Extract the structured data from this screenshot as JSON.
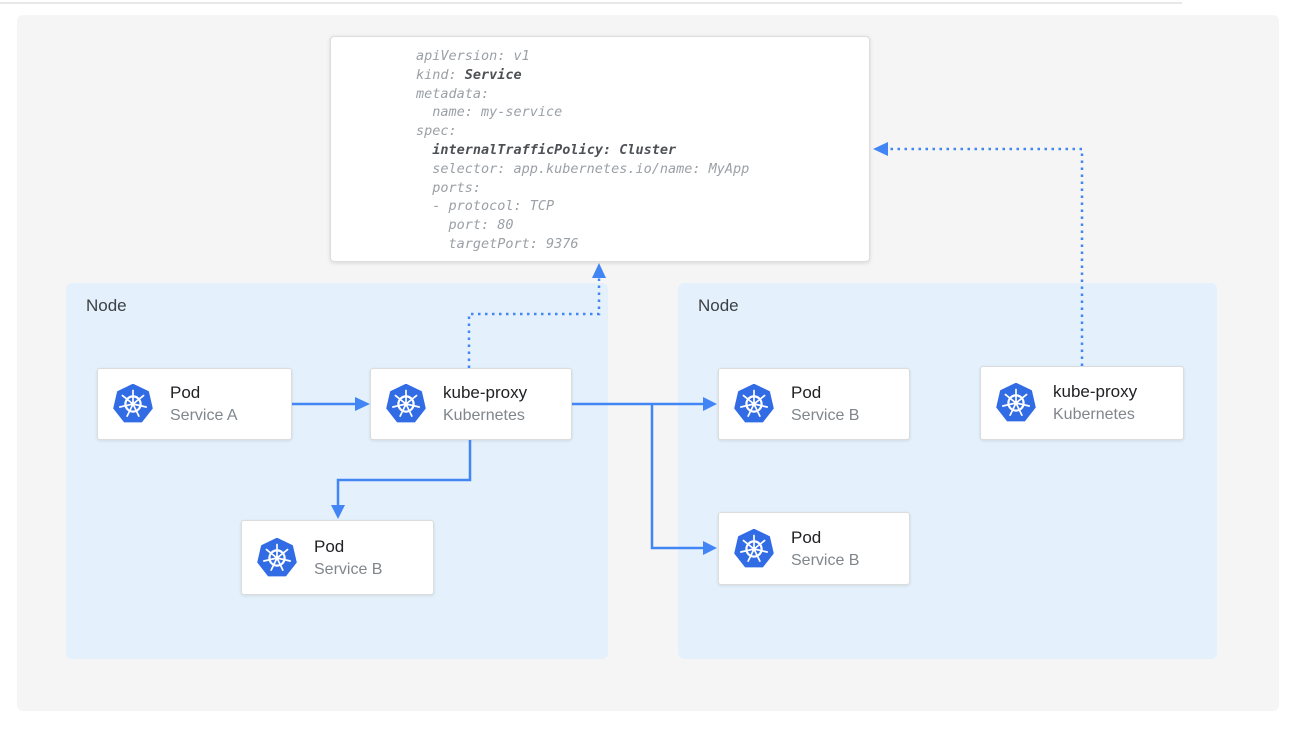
{
  "colors": {
    "panel_bg": "#f5f5f5",
    "node_bg": "#e4f1fc",
    "arrow_blue": "#4285f4",
    "kubernetes_blue": "#326ce5",
    "card_bg": "#ffffff"
  },
  "yaml_card": {
    "lines": [
      {
        "pre": "apiVersion: v1",
        "bold": ""
      },
      {
        "pre": "kind: ",
        "bold": "Service"
      },
      {
        "pre": "metadata:",
        "bold": ""
      },
      {
        "pre": "  name: my-service",
        "bold": ""
      },
      {
        "pre": "spec:",
        "bold": ""
      },
      {
        "pre": "  ",
        "bold": "internalTrafficPolicy: Cluster"
      },
      {
        "pre": "  selector: app.kubernetes.io/name: MyApp",
        "bold": ""
      },
      {
        "pre": "  ports:",
        "bold": ""
      },
      {
        "pre": "  - protocol: TCP",
        "bold": ""
      },
      {
        "pre": "    port: 80",
        "bold": ""
      },
      {
        "pre": "    targetPort: 9376",
        "bold": ""
      }
    ]
  },
  "nodes": {
    "left_label": "Node",
    "right_label": "Node"
  },
  "cards": {
    "pod_a": {
      "title": "Pod",
      "subtitle": "Service A"
    },
    "kube_proxy_left": {
      "title": "kube-proxy",
      "subtitle": "Kubernetes"
    },
    "pod_b_left": {
      "title": "Pod",
      "subtitle": "Service B"
    },
    "pod_b_right_top": {
      "title": "Pod",
      "subtitle": "Service B"
    },
    "kube_proxy_right": {
      "title": "kube-proxy",
      "subtitle": "Kubernetes"
    },
    "pod_b_right_bottom": {
      "title": "Pod",
      "subtitle": "Service B"
    }
  },
  "icons": {
    "kubernetes": "kubernetes-wheel-icon"
  }
}
